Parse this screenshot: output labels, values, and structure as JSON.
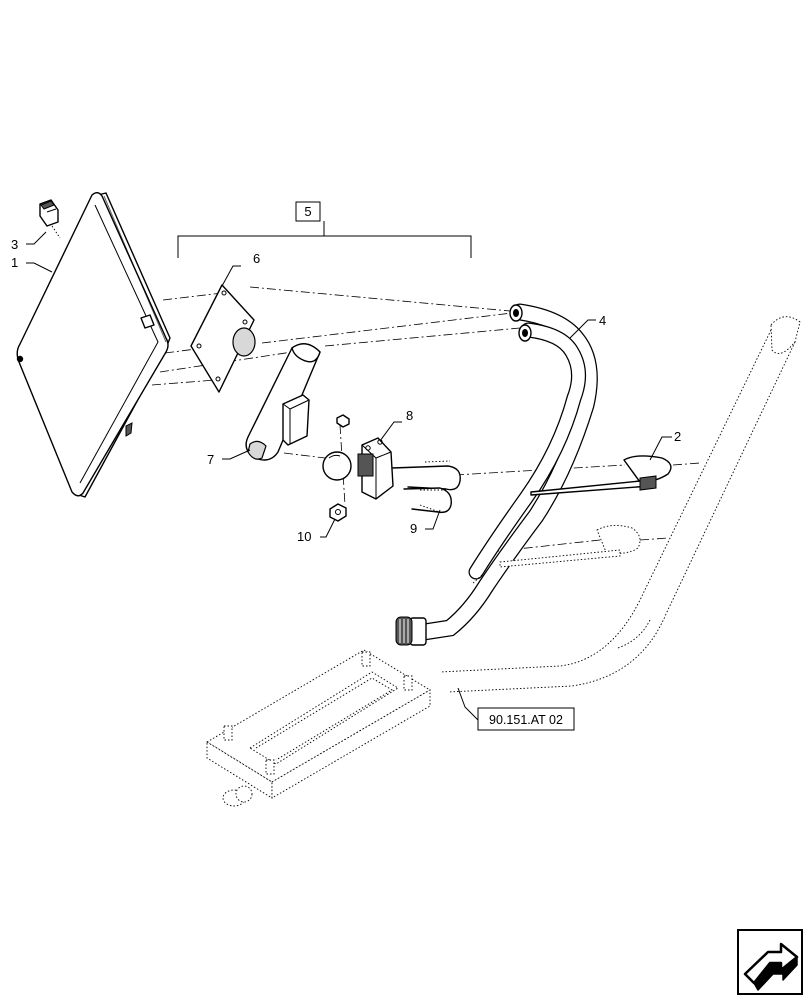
{
  "diagram": {
    "callouts": {
      "c1": "1",
      "c2": "2",
      "c3": "3",
      "c4": "4",
      "c5": "5",
      "c6": "6",
      "c7": "7",
      "c8": "8",
      "c9": "9",
      "c10": "10"
    },
    "reference_label": "90.151.AT 02"
  },
  "nav": {
    "icon": "next-page-arrow-icon"
  }
}
